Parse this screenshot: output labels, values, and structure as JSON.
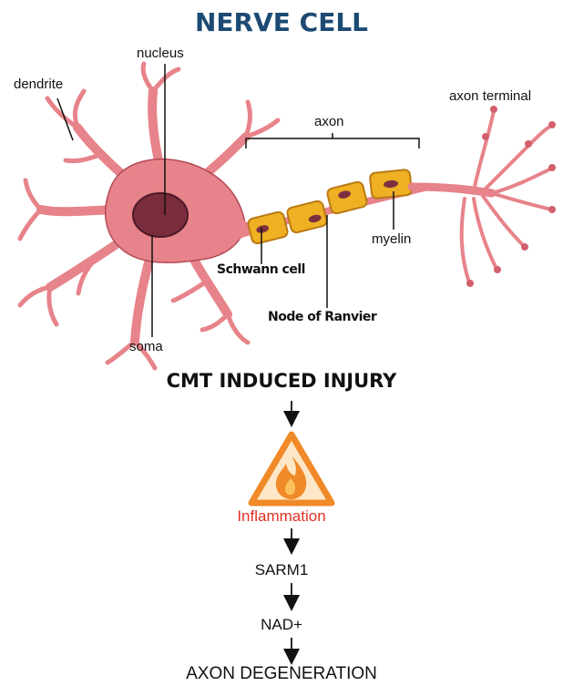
{
  "title": "NERVE CELL",
  "colors": {
    "title": "#1c4a73",
    "cell_fill": "#e7838a",
    "cell_stroke": "#b34a56",
    "nucleus": "#7a2c3c",
    "myelin": "#f0b024",
    "myelin_stroke": "#b87a14",
    "inflammation": "#e03022",
    "warning_orange": "#f08a28"
  },
  "labels": {
    "nucleus": "nucleus",
    "dendrite": "dendrite",
    "axon": "axon",
    "axon_terminal": "axon terminal",
    "myelin": "myelin",
    "schwann_cell": "Schwann cell",
    "node_of_ranvier": "Node of Ranvier",
    "soma": "soma"
  },
  "flow": {
    "injury": "CMT INDUCED INJURY",
    "warning_icon": "fire-warning-icon",
    "inflammation": "Inflammation",
    "steps": [
      "SARM1",
      "NAD+"
    ],
    "final": "AXON DEGENERATION"
  }
}
